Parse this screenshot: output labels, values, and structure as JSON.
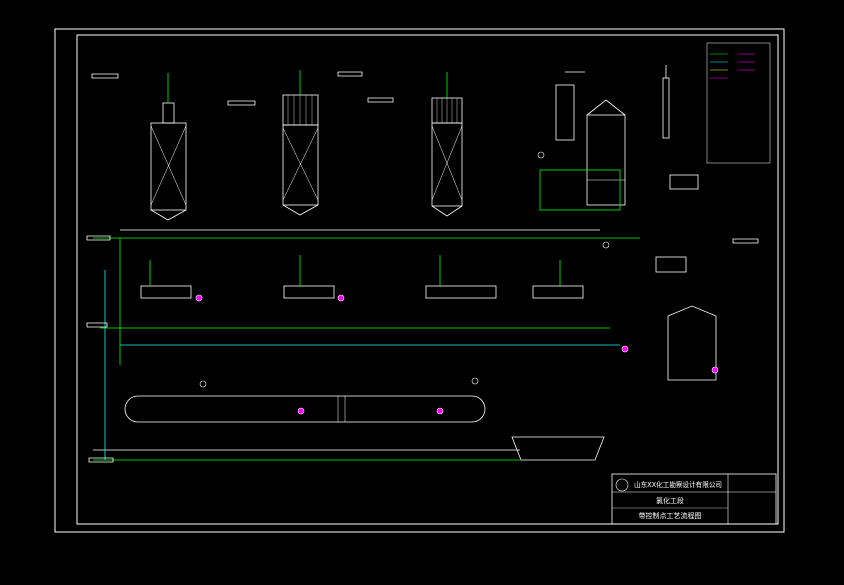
{
  "drawing": {
    "sheet_title_line1": "氯化工段",
    "sheet_title_line2": "带控制点工艺流程图",
    "company": "山东XX化工勘察设计有限公司"
  },
  "colors": {
    "background": "#000000",
    "frame": "#ffffff",
    "main_pipe": "#00ff00",
    "secondary_pipe": "#ffff00",
    "instrument": "#ff00ff",
    "utility_pipe": "#00ffff"
  }
}
